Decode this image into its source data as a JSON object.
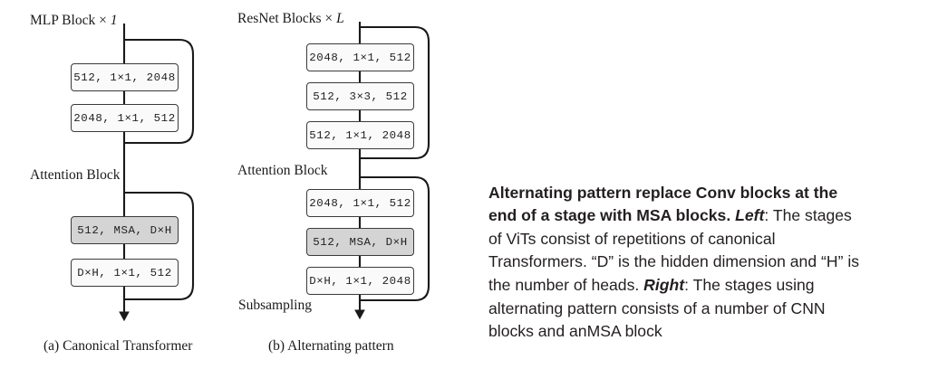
{
  "figure": {
    "panels": [
      {
        "id": "a",
        "caption": "(a) Canonical Transformer",
        "group_labels": [
          {
            "name": "mlp-block-label",
            "text_plain": "MLP Block × 1",
            "text_pre": "MLP Block × ",
            "text_em": "1"
          },
          {
            "name": "attention-block-label",
            "text_plain": "Attention Block",
            "text_pre": "Attention Block",
            "text_em": ""
          }
        ],
        "blocks": [
          {
            "label": "512, 1×1, 2048",
            "shaded": false
          },
          {
            "label": "2048, 1×1, 512",
            "shaded": false
          },
          {
            "label": "512, MSA, D×H",
            "shaded": true
          },
          {
            "label": "D×H, 1×1, 512",
            "shaded": false
          }
        ],
        "flow_end_label": ""
      },
      {
        "id": "b",
        "caption": "(b) Alternating pattern",
        "group_labels": [
          {
            "name": "resnet-blocks-label",
            "text_plain": "ResNet Blocks × L",
            "text_pre": "ResNet Blocks × ",
            "text_em": "L"
          },
          {
            "name": "attention-block-label",
            "text_plain": "Attention Block",
            "text_pre": "Attention Block",
            "text_em": ""
          }
        ],
        "blocks": [
          {
            "label": "2048, 1×1, 512",
            "shaded": false
          },
          {
            "label": "512, 3×3, 512",
            "shaded": false
          },
          {
            "label": "512, 1×1, 2048",
            "shaded": false
          },
          {
            "label": "2048, 1×1, 512",
            "shaded": false
          },
          {
            "label": "512, MSA, D×H",
            "shaded": true
          },
          {
            "label": "D×H, 1×1, 2048",
            "shaded": false
          }
        ],
        "flow_end_label": "Subsampling"
      }
    ]
  },
  "caption": {
    "bold_lead": "Alternating pattern replace Conv blocks at the end of a stage with MSA blocks.",
    "left_tag": "Left",
    "left_text": ": The stages of ViTs consist of repetitions of canonical Transformers. “D” is the hidden dimension and “H” is the number of heads. ",
    "right_tag": "Right",
    "right_text": ": The stages using alternating pattern consists of a number of CNN blocks and anMSA block"
  },
  "colors": {
    "background": "#ffffff",
    "stroke": "#3b3b3b",
    "block_fill": "#fafafa",
    "block_fill_shaded": "#d4d4d4",
    "text": "#1a1a1a",
    "caption_text": "#231f20"
  }
}
